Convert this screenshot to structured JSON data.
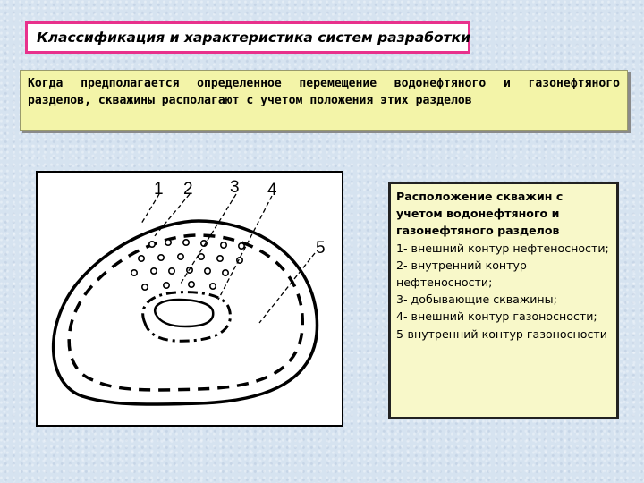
{
  "slide": {
    "title": "Классификация и характеристика систем разработки",
    "description": "Когда предполагается определенное перемещение водонефтяного и газонефтяного разделов, скважины располагают с учетом положения этих разделов"
  },
  "diagram": {
    "labels": {
      "l1": "1",
      "l2": "2",
      "l3": "3",
      "l4": "4",
      "l5": "5"
    }
  },
  "legend": {
    "title": "Расположение скважин с учетом водонефтяного и газонефтяного разделов",
    "items": [
      "1- внешний контур нефтеносности;",
      "2- внутренний контур нефтеносности;",
      "3- добывающие скважины;",
      "4- внешний контур газоносности;",
      "5-внутренний контур газоносности"
    ]
  }
}
